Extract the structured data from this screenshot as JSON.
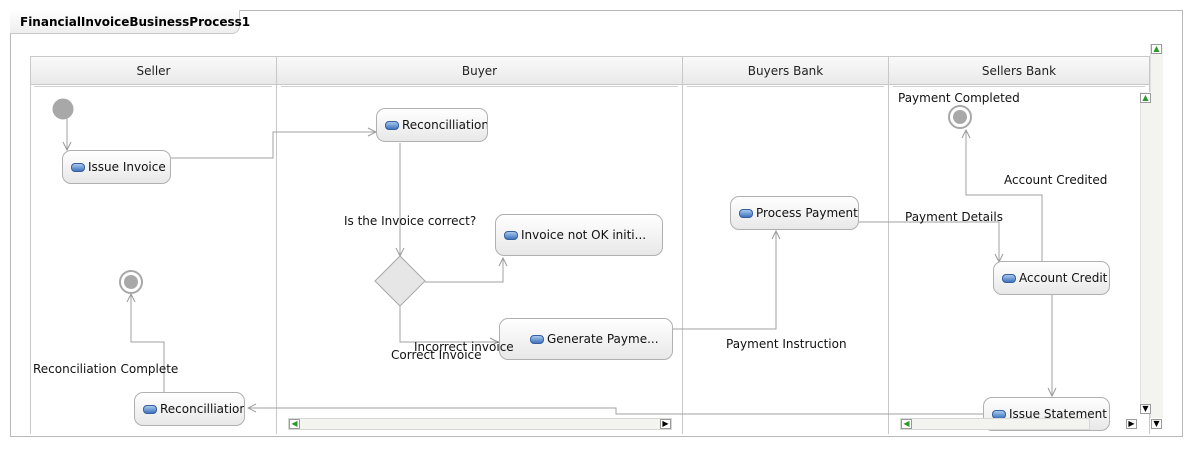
{
  "process": {
    "title": "FinancialInvoiceBusinessProcess1",
    "title_icon": "process-icon"
  },
  "lanes": [
    {
      "name": "Seller"
    },
    {
      "name": "Buyer"
    },
    {
      "name": "Buyers Bank"
    },
    {
      "name": "Sellers Bank"
    }
  ],
  "activities": {
    "issue_invoice": "Issue Invoice",
    "reconciliation_buyer": "Reconcilliation",
    "reconciliation_seller": "Reconcilliation",
    "invoice_not_ok": "Invoice not OK initi...",
    "generate_payment": "Generate Payme...",
    "process_payment": "Process Payment",
    "account_credit": "Account Credit",
    "issue_statement": "Issue Statement"
  },
  "labels": {
    "payment_completed": "Payment Completed",
    "account_credited": "Account Credited",
    "payment_details": "Payment Details",
    "is_invoice_correct": "Is the Invoice correct?",
    "incorrect_invoice": "Incorrect invoice",
    "correct_invoice": "Correct Invoice",
    "payment_instruction": "Payment Instruction",
    "reconciliation_complete": "Reconciliation Complete"
  },
  "colors": {
    "edge": "#9a9a9a",
    "activity_icon": "#3f74bd",
    "event": "#a8a8a8"
  }
}
